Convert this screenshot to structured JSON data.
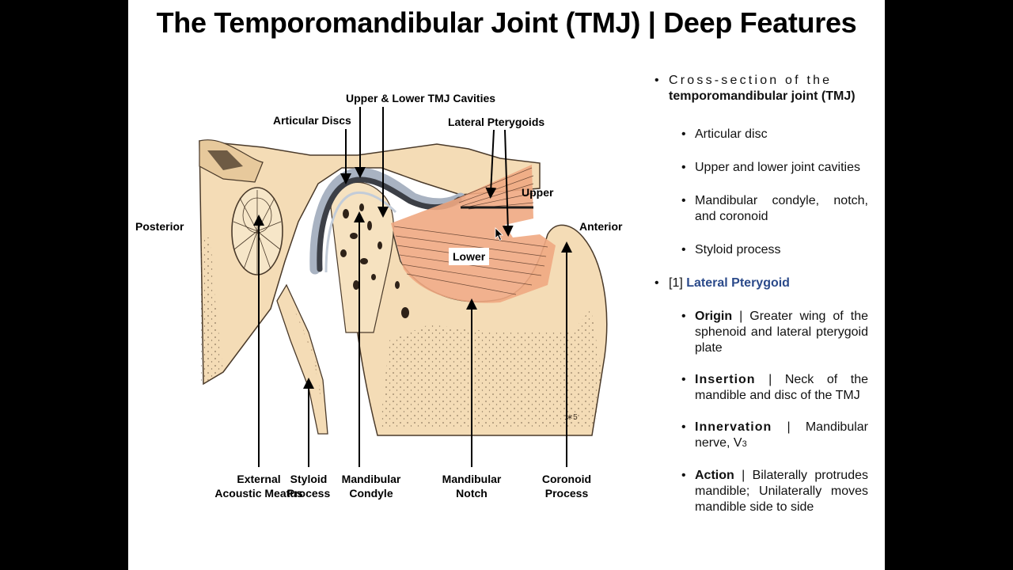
{
  "title": "The Temporomandibular Joint (TMJ) | Deep Features",
  "diagram": {
    "labels": {
      "cavities": "Upper & Lower TMJ Cavities",
      "discs": "Articular Discs",
      "pterygoids": "Lateral Pterygoids",
      "upper": "Upper",
      "lower": "Lower",
      "posterior": "Posterior",
      "anterior": "Anterior",
      "meatus_1": "External",
      "meatus_2": "Acoustic Meatus",
      "styloid_1": "Styloid",
      "styloid_2": "Process",
      "condyle_1": "Mandibular",
      "condyle_2": "Condyle",
      "notch_1": "Mandibular",
      "notch_2": "Notch",
      "coronoid_1": "Coronoid",
      "coronoid_2": "Process"
    },
    "colors": {
      "bone": "#f4dcb6",
      "muscle": "#efa882",
      "disc": "#3c3f46",
      "cavity": "#a9b3c2"
    }
  },
  "notes": {
    "intro_1": "Cross-section of the",
    "intro_2": "temporomandibular joint (TMJ)",
    "items": [
      "Articular disc",
      "Upper and lower joint cavities",
      "Mandibular condyle, notch, and coronoid",
      "Styloid process"
    ],
    "muscle_num": "[1]",
    "muscle_name": "Lateral Pterygoid",
    "details": [
      {
        "k": "Origin",
        "v": "Greater wing of the sphenoid and lateral pterygoid plate"
      },
      {
        "k": "Insertion",
        "v": "Neck of the mandible and disc of the TMJ"
      },
      {
        "k": "Innervation",
        "v": "Mandibular nerve, V"
      },
      {
        "k": "Action",
        "v": "Bilaterally protrudes mandible; Unilaterally moves mandible side to side"
      }
    ],
    "sub3": "3"
  }
}
